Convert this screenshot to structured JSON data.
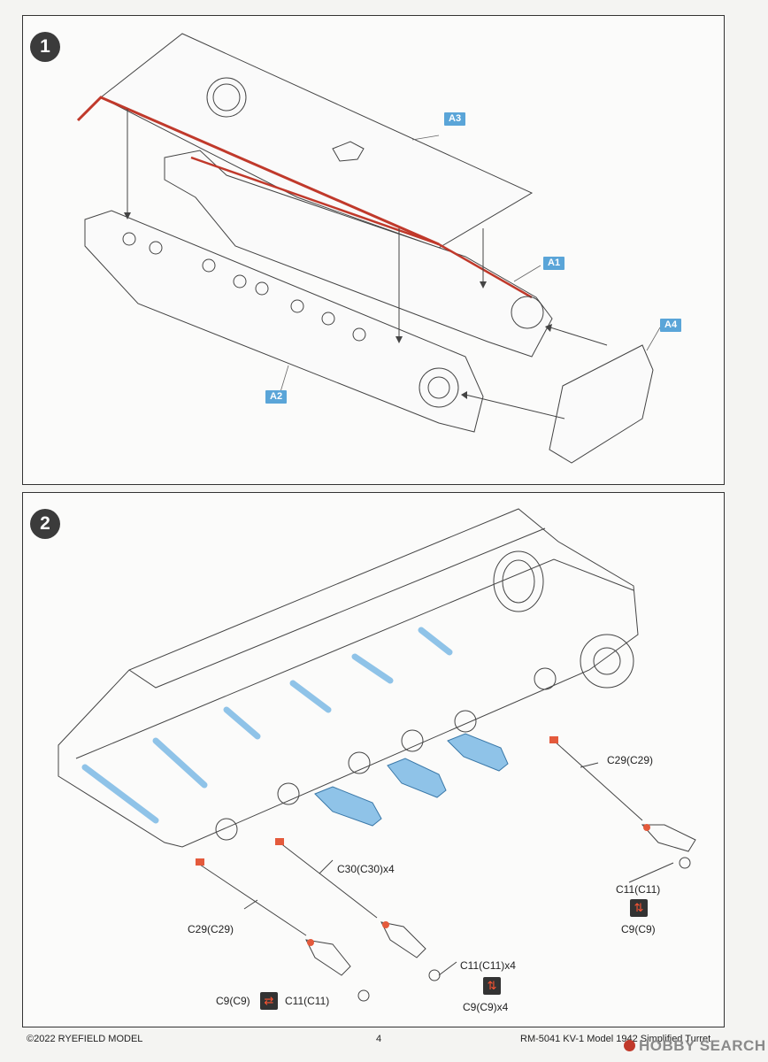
{
  "panel1": {
    "step": "1",
    "parts": {
      "a1": "A1",
      "a2": "A2",
      "a3": "A3",
      "a4": "A4"
    }
  },
  "panel2": {
    "step": "2",
    "labels": {
      "c29_right": "C29(C29)",
      "c11_right": "C11(C11)",
      "c9_right": "C9(C9)",
      "c30": "C30(C30)x4",
      "c29_left": "C29(C29)",
      "c11_mid": "C11(C11)x4",
      "c9_mid": "C9(C9)x4",
      "c9_left": "C9(C9)",
      "c11_left": "C11(C11)"
    }
  },
  "footer": {
    "copyright": "©2022 RYEFIELD MODEL",
    "page": "4",
    "product": "RM-5041 KV-1 Model 1942 Simplified Turret"
  },
  "watermark": "HOBBY SEARCH",
  "colors": {
    "part_tag": "#5aa5d8",
    "highlight": "#c0392b",
    "blue_part": "#8fc3e8"
  }
}
